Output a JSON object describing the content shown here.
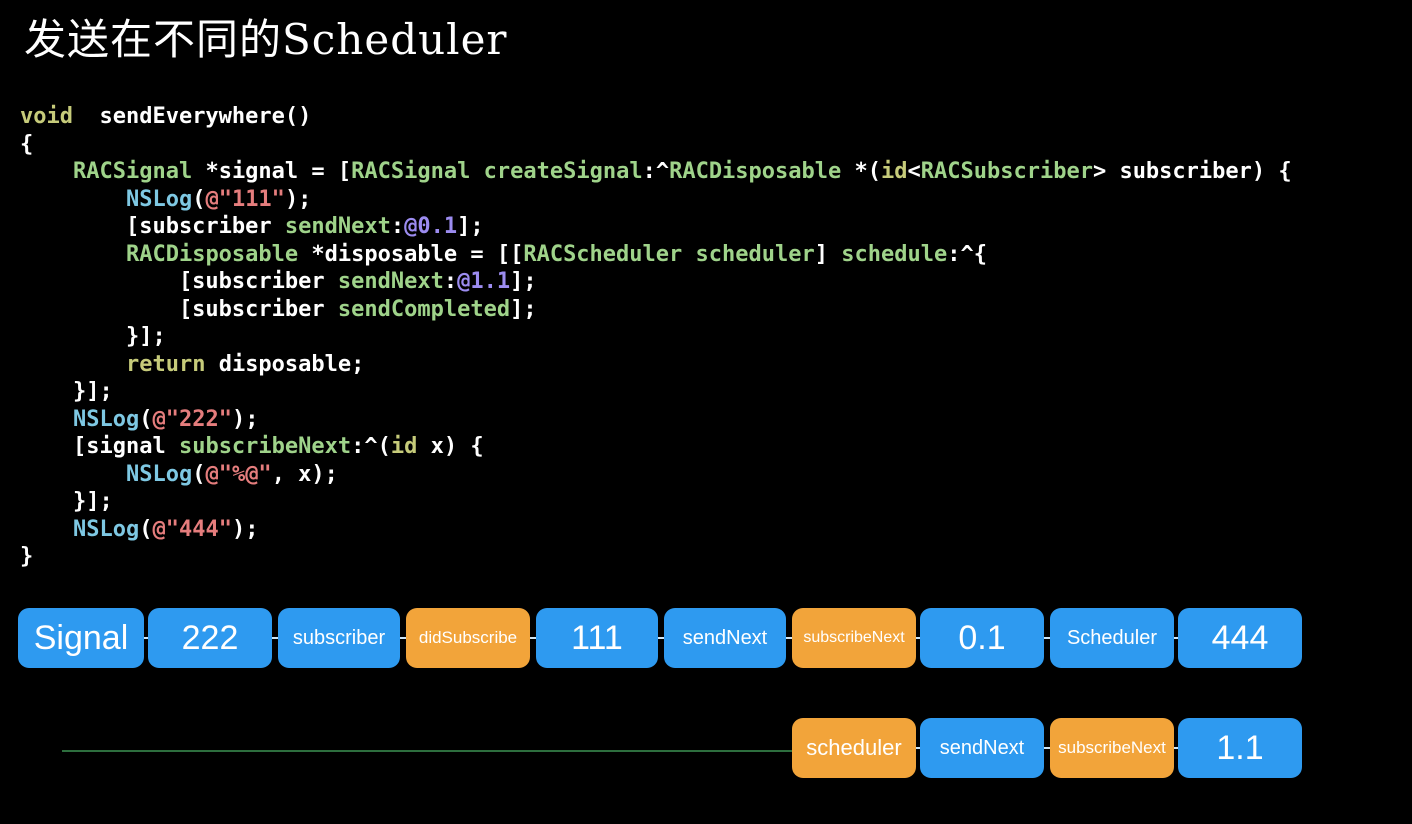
{
  "title": "发送在不同的Scheduler",
  "code": [
    [
      [
        "kw",
        "void"
      ],
      [
        "",
        "  sendEverywhere()"
      ]
    ],
    [
      [
        "",
        "{"
      ]
    ],
    [
      [
        "",
        "    "
      ],
      [
        "ty",
        "RACSignal"
      ],
      [
        "",
        " *signal = ["
      ],
      [
        "ty",
        "RACSignal"
      ],
      [
        "",
        " "
      ],
      [
        "msg",
        "createSignal"
      ],
      [
        "",
        ":^"
      ],
      [
        "ty",
        "RACDisposable"
      ],
      [
        "",
        " *("
      ],
      [
        "kw",
        "id"
      ],
      [
        "",
        "<"
      ],
      [
        "ty",
        "RACSubscriber"
      ],
      [
        "",
        "> subscriber) {"
      ]
    ],
    [
      [
        "",
        "        "
      ],
      [
        "fn",
        "NSLog"
      ],
      [
        "",
        "("
      ],
      [
        "at",
        "@\"111\""
      ],
      [
        "",
        ");"
      ]
    ],
    [
      [
        "",
        "        [subscriber "
      ],
      [
        "msg",
        "sendNext"
      ],
      [
        "",
        ":"
      ],
      [
        "num",
        "@0.1"
      ],
      [
        "",
        "];"
      ]
    ],
    [
      [
        "",
        "        "
      ],
      [
        "ty",
        "RACDisposable"
      ],
      [
        "",
        " *disposable = [["
      ],
      [
        "ty",
        "RACScheduler"
      ],
      [
        "",
        " "
      ],
      [
        "msg",
        "scheduler"
      ],
      [
        "",
        "] "
      ],
      [
        "msg",
        "schedule"
      ],
      [
        "",
        ":^{"
      ]
    ],
    [
      [
        "",
        "            [subscriber "
      ],
      [
        "msg",
        "sendNext"
      ],
      [
        "",
        ":"
      ],
      [
        "num",
        "@1.1"
      ],
      [
        "",
        "];"
      ]
    ],
    [
      [
        "",
        "            [subscriber "
      ],
      [
        "msg",
        "sendCompleted"
      ],
      [
        "",
        "];"
      ]
    ],
    [
      [
        "",
        "        }];"
      ]
    ],
    [
      [
        "",
        "        "
      ],
      [
        "kw",
        "return"
      ],
      [
        "",
        " disposable;"
      ]
    ],
    [
      [
        "",
        "    }];"
      ]
    ],
    [
      [
        "",
        "    "
      ],
      [
        "fn",
        "NSLog"
      ],
      [
        "",
        "("
      ],
      [
        "at",
        "@\"222\""
      ],
      [
        "",
        ");"
      ]
    ],
    [
      [
        "",
        "    [signal "
      ],
      [
        "msg",
        "subscribeNext"
      ],
      [
        "",
        ":^("
      ],
      [
        "kw",
        "id"
      ],
      [
        "",
        " x) {"
      ]
    ],
    [
      [
        "",
        "        "
      ],
      [
        "fn",
        "NSLog"
      ],
      [
        "",
        "("
      ],
      [
        "at",
        "@\"%@\""
      ],
      [
        "",
        ", x);"
      ]
    ],
    [
      [
        "",
        "    }];"
      ]
    ],
    [
      [
        "",
        "    "
      ],
      [
        "fn",
        "NSLog"
      ],
      [
        "",
        "("
      ],
      [
        "at",
        "@\"444\""
      ],
      [
        "",
        ");"
      ]
    ],
    [
      [
        "",
        "}"
      ]
    ]
  ],
  "row1": [
    {
      "label": "Signal",
      "color": "blue"
    },
    {
      "label": "222",
      "color": "blue"
    },
    {
      "label": "subscriber",
      "color": "blue"
    },
    {
      "label": "didSubscribe",
      "color": "orange"
    },
    {
      "label": "111",
      "color": "blue"
    },
    {
      "label": "sendNext",
      "color": "blue"
    },
    {
      "label": "subscribeNext",
      "color": "orange"
    },
    {
      "label": "0.1",
      "color": "blue"
    },
    {
      "label": "Scheduler",
      "color": "blue"
    },
    {
      "label": "444",
      "color": "blue"
    }
  ],
  "row2": [
    {
      "label": "scheduler",
      "color": "orange"
    },
    {
      "label": "sendNext",
      "color": "blue"
    },
    {
      "label": "subscribeNext",
      "color": "orange"
    },
    {
      "label": "1.1",
      "color": "blue"
    }
  ],
  "colors": {
    "blue": "#2e9af0",
    "orange": "#f2a43a",
    "timeline": "#2d6e3e"
  }
}
